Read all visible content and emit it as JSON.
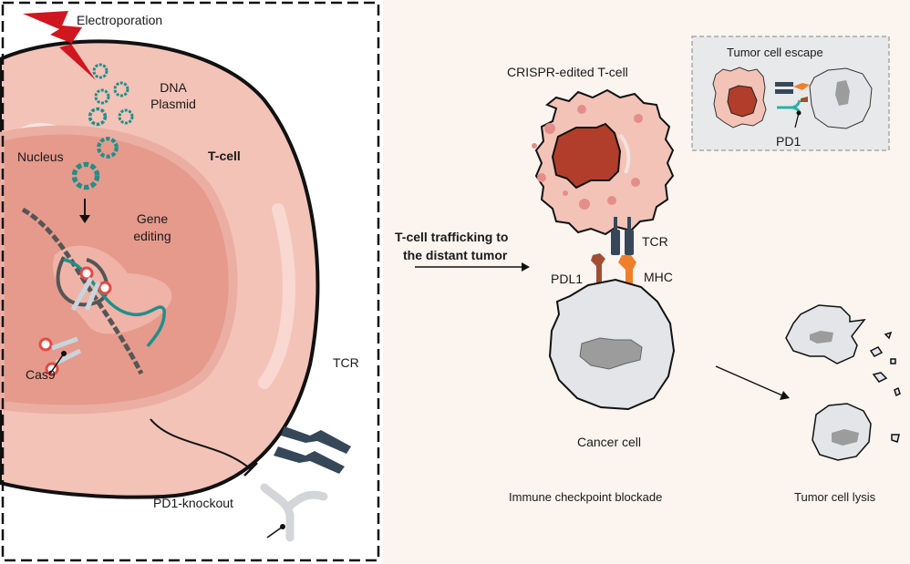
{
  "left_panel": {
    "electroporation": "Electroporation",
    "dna_plasmid": [
      "DNA",
      "Plasmid"
    ],
    "nucleus": "Nucleus",
    "t_cell": "T-cell",
    "gene_editing": [
      "Gene",
      "editing"
    ],
    "cas9": "Cas9",
    "tcr": "TCR",
    "pd1_knockout": "PD1-knockout"
  },
  "right_panel": {
    "crispr_t_cell": "CRISPR-edited T-cell",
    "trafficking": [
      "T-cell trafficking to",
      "the distant tumor"
    ],
    "tcr": "TCR",
    "pdl1": "PDL1",
    "mhc": "MHC",
    "cancer_cell": "Cancer cell",
    "immune_checkpoint": "Immune checkpoint blockade",
    "tumor_lysis": "Tumor cell lysis",
    "inset": {
      "title": "Tumor cell escape",
      "pd1": "PD1"
    }
  },
  "colors": {
    "background": "#fbf4ef",
    "cell_cytoplasm": "#f3c3b8",
    "nucleus": "#e59a8c",
    "t_cell_nucleus": "#b13e2a",
    "plasmid": "#1f8f8a",
    "lightning": "#d0161e",
    "tcr": "#36475a",
    "mhc": "#f07f2a",
    "pdl1": "#a14e34",
    "cancer_cell": "#e3e5e8"
  }
}
